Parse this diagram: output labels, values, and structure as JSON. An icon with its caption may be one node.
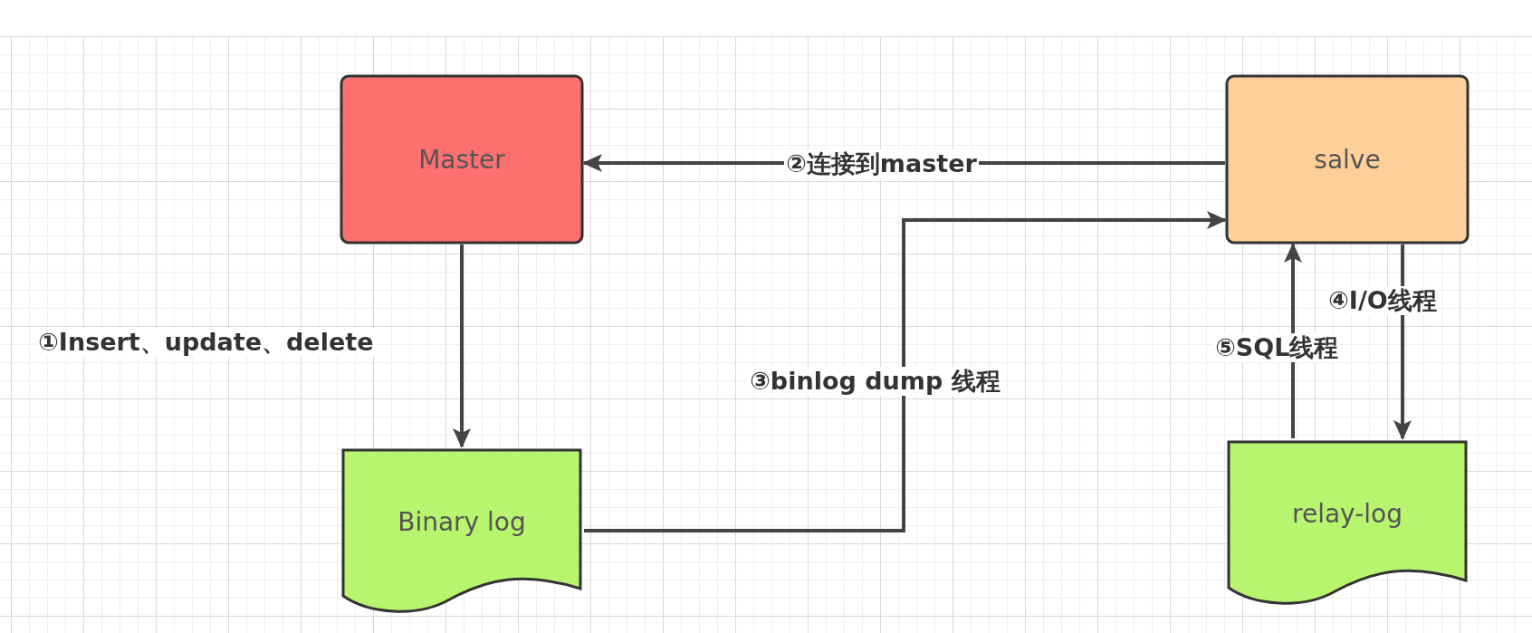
{
  "diagram": {
    "nodes": [
      {
        "text": [
          "Master"
        ]
      },
      {
        "text": [
          "salve"
        ]
      },
      {
        "text": [
          "Binary log"
        ]
      },
      {
        "text": [
          "relay-log"
        ]
      }
    ],
    "edges": [
      {
        "from": 0,
        "to": 2,
        "arrow": "to",
        "label": "①Insert、update、delete"
      },
      {
        "from": 1,
        "to": 0,
        "arrow": "to",
        "label": "②连接到master"
      },
      {
        "from": 2,
        "to": 1,
        "arrow": "to",
        "label": "③binlog dump 线程"
      },
      {
        "from": 1,
        "to": 3,
        "arrow": "to",
        "label": "④I/O线程"
      },
      {
        "from": 3,
        "to": 1,
        "arrow": "to",
        "label": "⑤SQL线程"
      }
    ]
  }
}
